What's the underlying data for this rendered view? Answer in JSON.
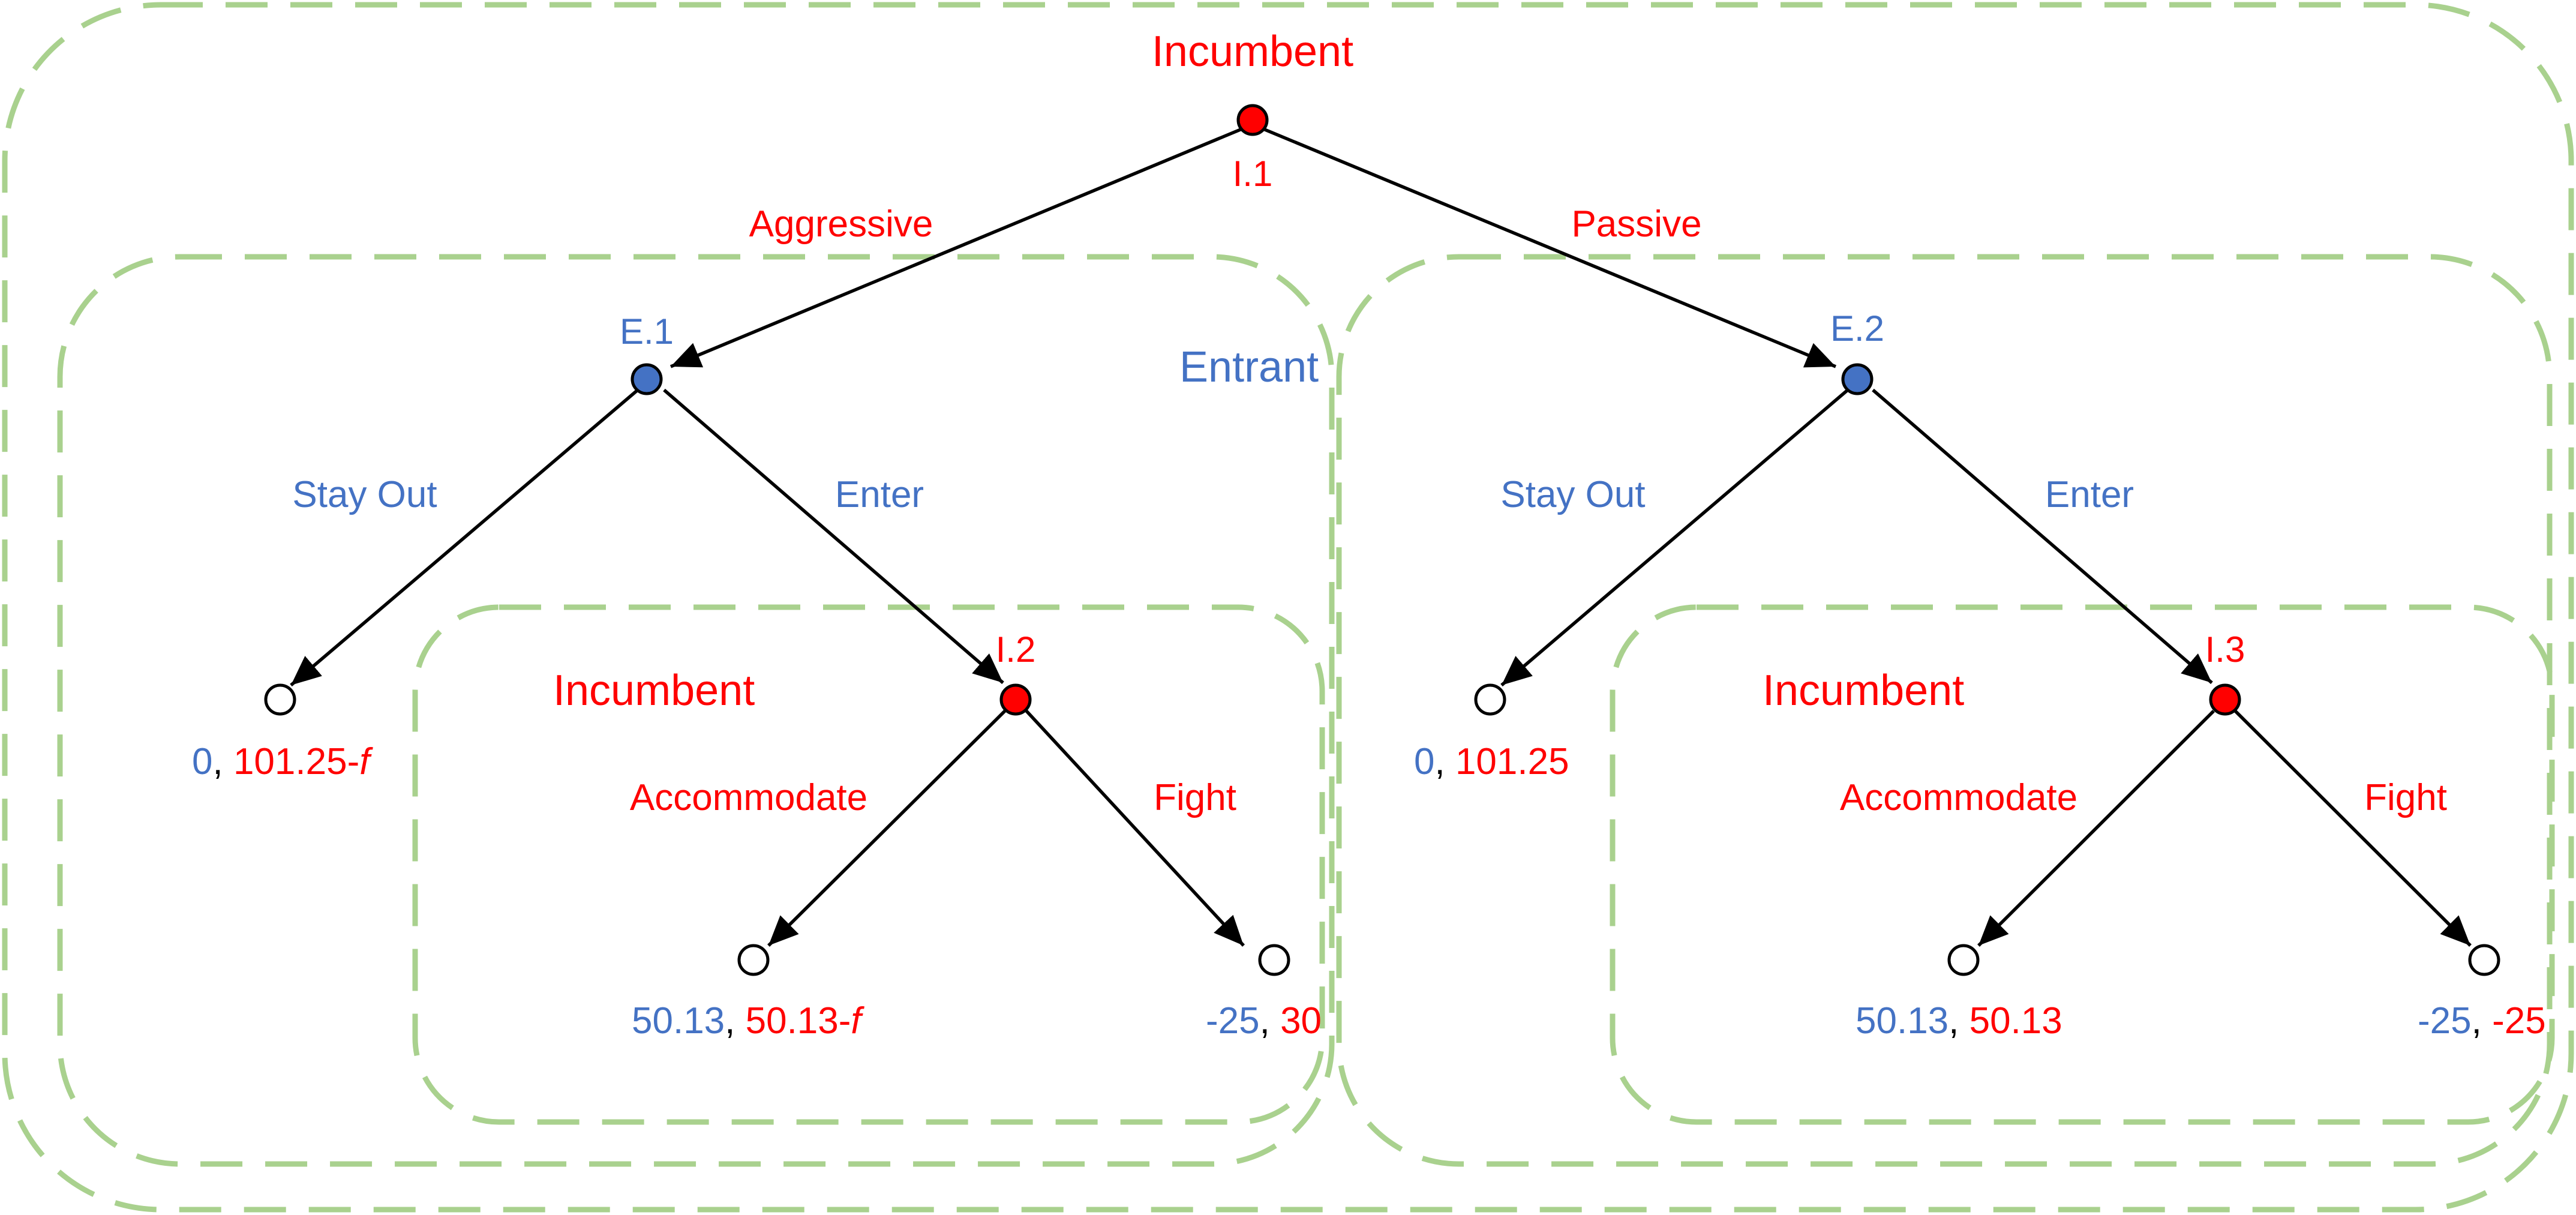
{
  "colors": {
    "incumbent": "#ff0000",
    "entrant": "#4472c4",
    "separator": "#000000",
    "subgame_border": "#a9d18e",
    "edge": "#000000",
    "terminal_fill": "#ffffff"
  },
  "players": {
    "incumbent_root": "Incumbent",
    "entrant": "Entrant",
    "incumbent_left": "Incumbent",
    "incumbent_right": "Incumbent"
  },
  "nodes": {
    "i1": "I.1",
    "e1": "E.1",
    "e2": "E.2",
    "i2": "I.2",
    "i3": "I.3"
  },
  "actions": {
    "aggressive": "Aggressive",
    "passive": "Passive",
    "stay_out_left": "Stay Out",
    "enter_left": "Enter",
    "stay_out_right": "Stay Out",
    "enter_right": "Enter",
    "accommodate_left": "Accommodate",
    "fight_left": "Fight",
    "accommodate_right": "Accommodate",
    "fight_right": "Fight"
  },
  "payoffs": {
    "p1": {
      "entrant": "0",
      "sep": ", ",
      "incumbent_value": "101.25-",
      "incumbent_var": "f"
    },
    "p2": {
      "entrant": "50.13",
      "sep": ", ",
      "incumbent_value": "50.13-",
      "incumbent_var": "f"
    },
    "p3": {
      "entrant": "-25",
      "sep": ", ",
      "incumbent_value": "30"
    },
    "p4": {
      "entrant": "0",
      "sep": ", ",
      "incumbent_value": "101.25"
    },
    "p5": {
      "entrant": "50.13",
      "sep": ", ",
      "incumbent_value": "50.13"
    },
    "p6": {
      "entrant": "-25",
      "sep": ", ",
      "incumbent_value": "-25"
    }
  }
}
